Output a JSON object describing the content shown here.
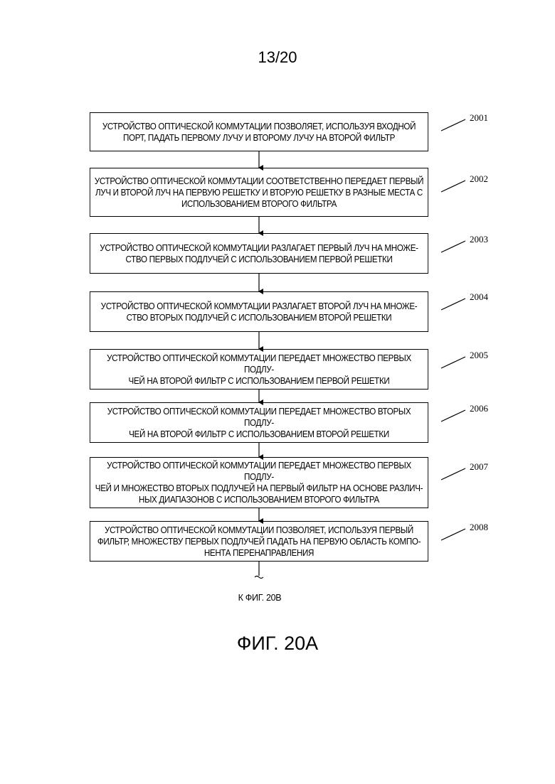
{
  "page_number": "13/20",
  "steps": [
    {
      "ref": "2001",
      "text": "УСТРОЙСТВО ОПТИЧЕСКОЙ КОММУТАЦИИ ПОЗВОЛЯЕТ, ИСПОЛЬЗУЯ ВХОДНОЙ\nПОРТ, ПАДАТЬ ПЕРВОМУ ЛУЧУ И ВТОРОМУ ЛУЧУ НА ВТОРОЙ ФИЛЬТР"
    },
    {
      "ref": "2002",
      "text": "УСТРОЙСТВО ОПТИЧЕСКОЙ КОММУТАЦИИ СООТВЕТСТВЕННО ПЕРЕДАЕТ ПЕРВЫЙ\nЛУЧ И ВТОРОЙ ЛУЧ НА ПЕРВУЮ РЕШЕТКУ И ВТОРУЮ РЕШЕТКУ В РАЗНЫЕ МЕСТА С\nИСПОЛЬЗОВАНИЕМ ВТОРОГО ФИЛЬТРА"
    },
    {
      "ref": "2003",
      "text": "УСТРОЙСТВО ОПТИЧЕСКОЙ КОММУТАЦИИ РАЗЛАГАЕТ ПЕРВЫЙ ЛУЧ НА МНОЖЕ-\nСТВО ПЕРВЫХ ПОДЛУЧЕЙ С ИСПОЛЬЗОВАНИЕМ ПЕРВОЙ РЕШЕТКИ"
    },
    {
      "ref": "2004",
      "text": "УСТРОЙСТВО ОПТИЧЕСКОЙ КОММУТАЦИИ РАЗЛАГАЕТ ВТОРОЙ ЛУЧ НА МНОЖЕ-\nСТВО ВТОРЫХ ПОДЛУЧЕЙ С ИСПОЛЬЗОВАНИЕМ ВТОРОЙ РЕШЕТКИ"
    },
    {
      "ref": "2005",
      "text": "УСТРОЙСТВО ОПТИЧЕСКОЙ КОММУТАЦИИ ПЕРЕДАЕТ МНОЖЕСТВО ПЕРВЫХ ПОДЛУ-\nЧЕЙ НА ВТОРОЙ ФИЛЬТР С ИСПОЛЬЗОВАНИЕМ ПЕРВОЙ РЕШЕТКИ"
    },
    {
      "ref": "2006",
      "text": "УСТРОЙСТВО ОПТИЧЕСКОЙ КОММУТАЦИИ ПЕРЕДАЕТ МНОЖЕСТВО ВТОРЫХ ПОДЛУ-\nЧЕЙ НА ВТОРОЙ ФИЛЬТР С ИСПОЛЬЗОВАНИЕМ ВТОРОЙ РЕШЕТКИ"
    },
    {
      "ref": "2007",
      "text": "УСТРОЙСТВО ОПТИЧЕСКОЙ КОММУТАЦИИ ПЕРЕДАЕТ МНОЖЕСТВО ПЕРВЫХ ПОДЛУ-\nЧЕЙ И МНОЖЕСТВО ВТОРЫХ ПОДЛУЧЕЙ НА ПЕРВЫЙ ФИЛЬТР НА ОСНОВЕ РАЗЛИЧ-\nНЫХ ДИАПАЗОНОВ С ИСПОЛЬЗОВАНИЕМ ВТОРОГО ФИЛЬТРА"
    },
    {
      "ref": "2008",
      "text": "УСТРОЙСТВО ОПТИЧЕСКОЙ КОММУТАЦИИ ПОЗВОЛЯЕТ, ИСПОЛЬЗУЯ ПЕРВЫЙ\nФИЛЬТР, МНОЖЕСТВУ ПЕРВЫХ ПОДЛУЧЕЙ ПАДАТЬ НА ПЕРВУЮ ОБЛАСТЬ КОМПО-\nНЕНТА ПЕРЕНАПРАВЛЕНИЯ"
    }
  ],
  "continuation_label": "К ФИГ. 20В",
  "figure_title": "ФИГ. 20А"
}
